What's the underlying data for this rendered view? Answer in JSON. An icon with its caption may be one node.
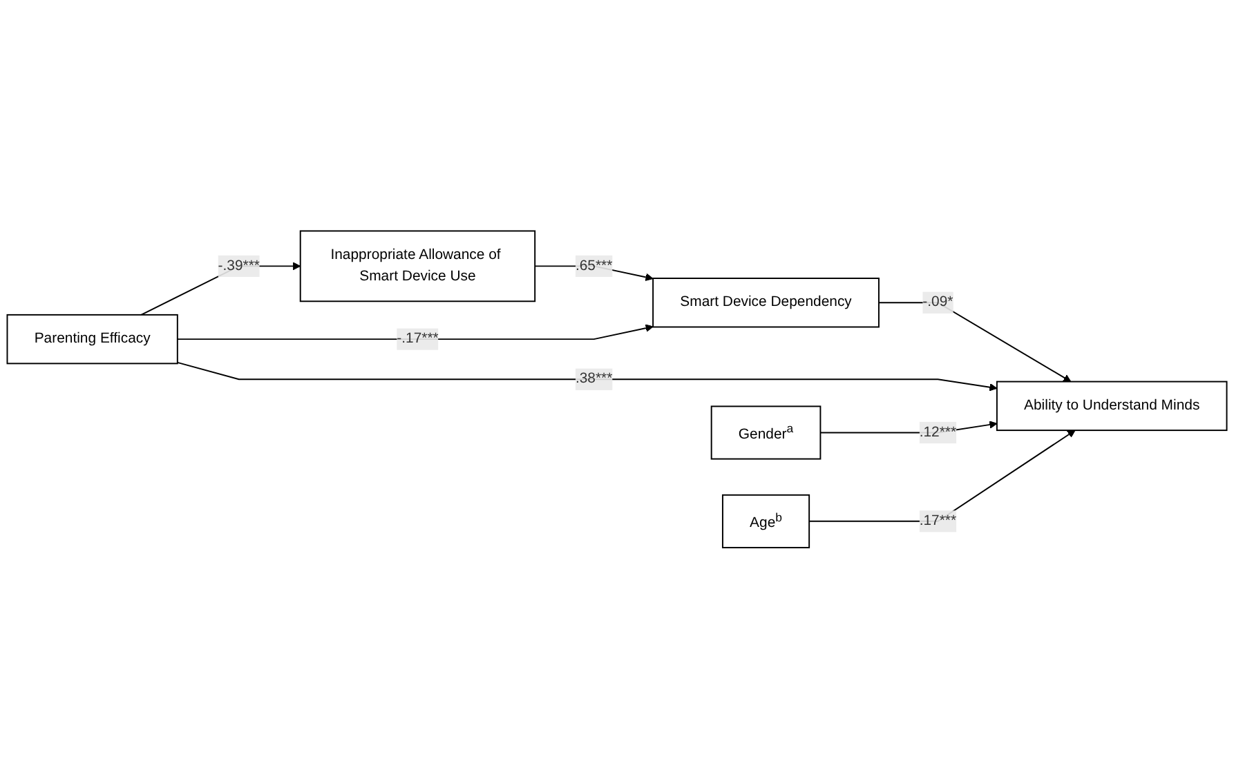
{
  "diagram": {
    "nodes": [
      {
        "text": [
          "Inappropriate Allowance of Smart Device Use"
        ]
      },
      {
        "text": [
          "Smart Device Dependency"
        ]
      },
      {
        "text": [
          "Parenting Efficacy"
        ]
      },
      {
        "text": [
          "Ability to Understand Minds"
        ]
      },
      {
        "text": [
          "Gender$^{a}$"
        ]
      },
      {
        "text": [
          "Age$^{b}$"
        ]
      }
    ],
    "edges": [
      {
        "from": 2,
        "to": 0,
        "arrow": "to",
        "label": "-.39***"
      },
      {
        "from": 0,
        "to": 1,
        "arrow": "to",
        "label": ".65***"
      },
      {
        "from": 2,
        "to": 1,
        "arrow": "to",
        "label": "-.17***"
      },
      {
        "from": 1,
        "to": 3,
        "arrow": "to",
        "label": "-.09*"
      },
      {
        "from": 2,
        "to": 3,
        "arrow": "to",
        "label": ".38***"
      },
      {
        "from": 4,
        "to": 3,
        "arrow": "to",
        "label": ".12***"
      },
      {
        "from": 5,
        "to": 3,
        "arrow": "to",
        "label": ".17***"
      }
    ]
  }
}
